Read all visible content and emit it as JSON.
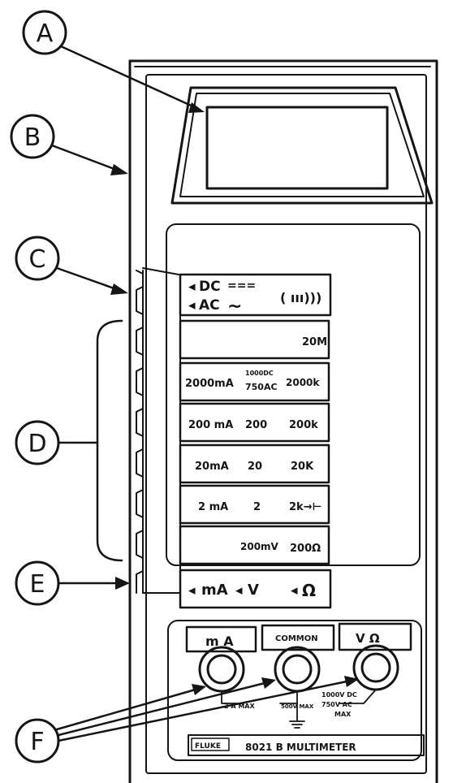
{
  "callouts": [
    {
      "letter": "A"
    },
    {
      "letter": "B"
    },
    {
      "letter": "C"
    },
    {
      "letter": "D"
    },
    {
      "letter": "E"
    },
    {
      "letter": "F"
    }
  ],
  "function_panel": {
    "dc_label": "DC",
    "ac_label": "AC",
    "dc_symbol": "===",
    "ac_symbol": "~",
    "beeper_symbol": "( ııı)))",
    "range_rows": [
      {
        "col1": "",
        "col2": "",
        "col3": "20M"
      },
      {
        "col1": "2000mA",
        "col2_top": "1000DC",
        "col2_bottom": "750AC",
        "col3": "2000k"
      },
      {
        "col1": "200 mA",
        "col2": "200",
        "col3": "200k"
      },
      {
        "col1": "20mA",
        "col2": "20",
        "col3": "20K"
      },
      {
        "col1": "2 mA",
        "col2": "2",
        "col3": "2k→⊢"
      },
      {
        "col1": "",
        "col2": "200mV",
        "col3": "200Ω"
      }
    ],
    "mode_row": {
      "ma": "mA",
      "v": "V",
      "ohm": "Ω"
    }
  },
  "jacks": {
    "ma_label": "m A",
    "common_label": "COMMON",
    "v_ohm_label": "V  Ω",
    "rating_ma": "2 A MAX",
    "rating_common": "500V MAX",
    "rating_v_line1": "1000V DC",
    "rating_v_line2": "750V AC",
    "rating_v_line3": "MAX"
  },
  "brand_plate": {
    "brand": "FLUKE",
    "model": "8021 B  MULTIMETER"
  }
}
